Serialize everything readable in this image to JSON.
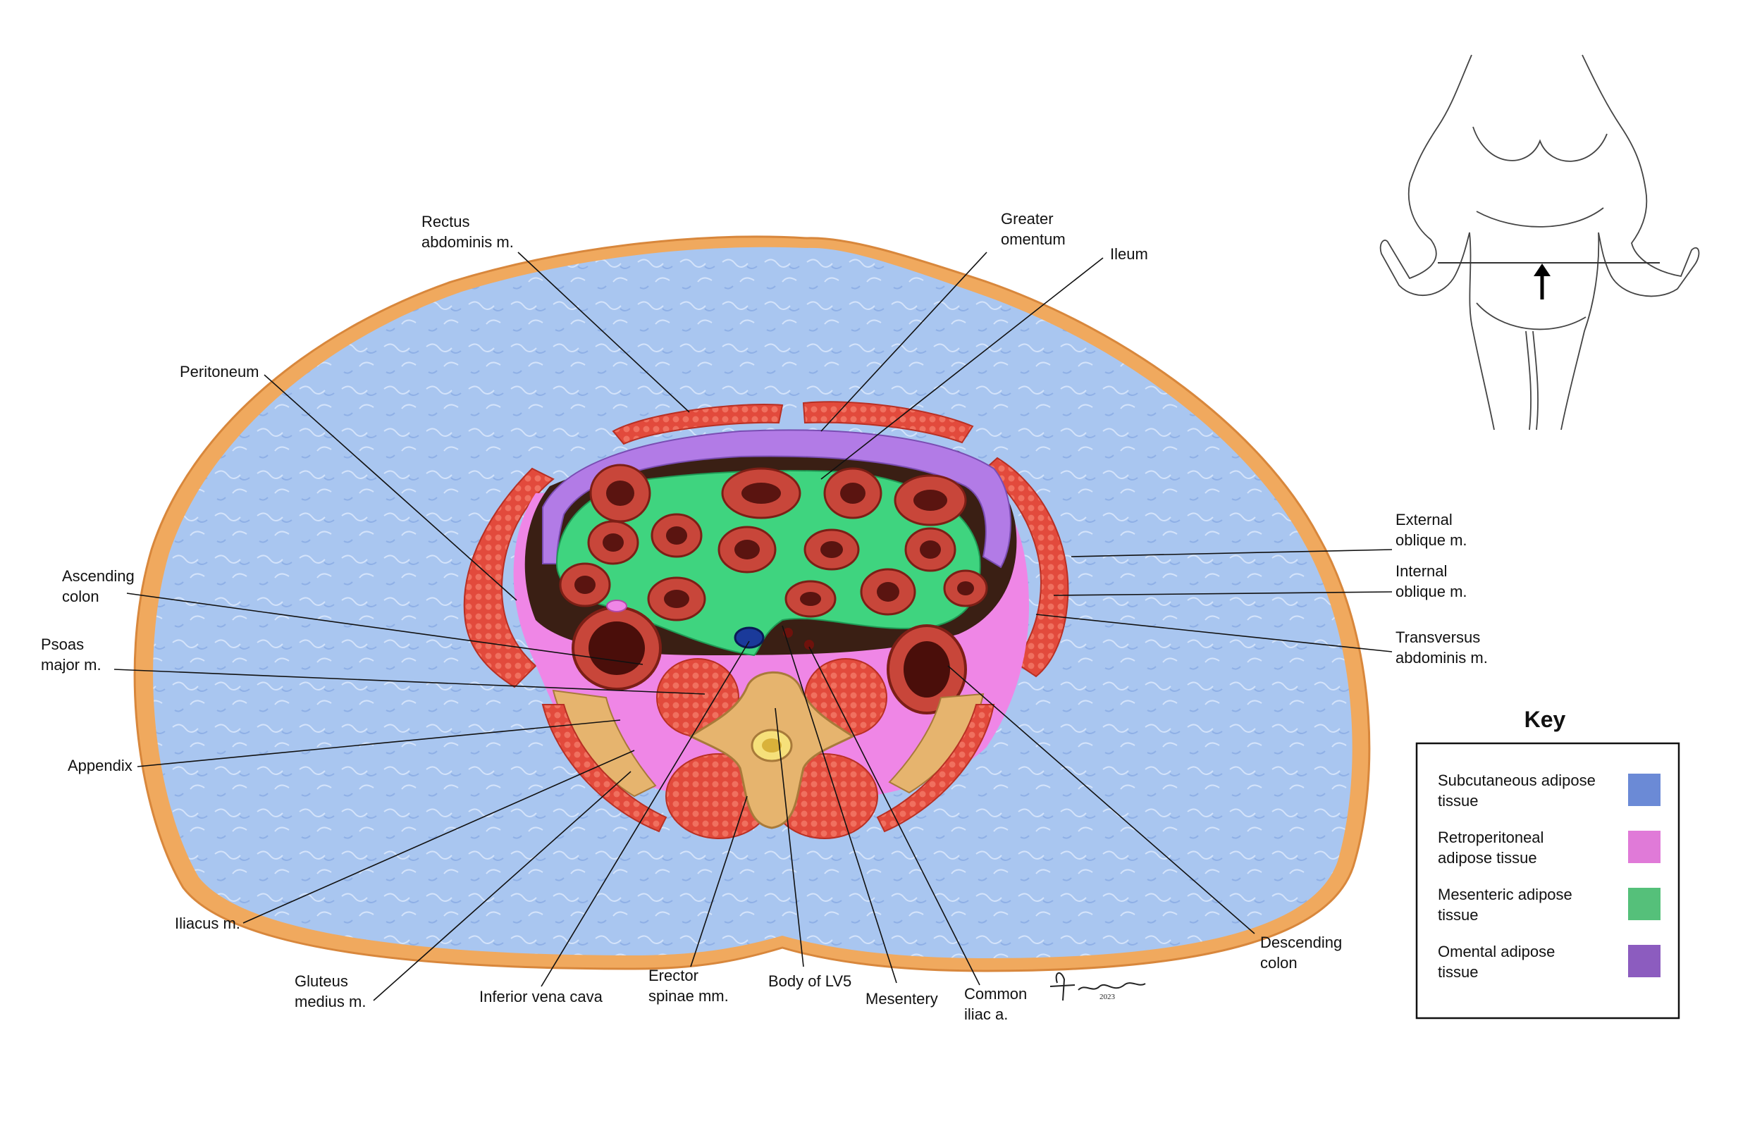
{
  "colors": {
    "subcutaneous": "#a9c6f0",
    "subcutaneous_key": "#6b8ad6",
    "retroperitoneal": "#ef86e6",
    "retroperitoneal_key": "#e07ad8",
    "mesenteric": "#3fd47f",
    "mesenteric_key": "#55c07a",
    "omental": "#b27be6",
    "omental_key": "#8c5cbf",
    "muscle": "#e24a3c",
    "skin": "#f0a95e",
    "bone": "#e6b46e",
    "cavity": "#3a1f14"
  },
  "labels": {
    "rectus": [
      "Rectus",
      "abdominis m."
    ],
    "greater_omentum": [
      "Greater",
      "omentum"
    ],
    "ileum": [
      "Ileum"
    ],
    "peritoneum": [
      "Peritoneum"
    ],
    "ext_oblique": [
      "External",
      "oblique m."
    ],
    "int_oblique": [
      "Internal",
      "oblique m."
    ],
    "transversus": [
      "Transversus",
      "abdominis m."
    ],
    "ascending_colon": [
      "Ascending",
      "colon"
    ],
    "psoas": [
      "Psoas",
      "major m."
    ],
    "appendix": [
      "Appendix"
    ],
    "iliacus": [
      "Iliacus m."
    ],
    "gluteus": [
      "Gluteus",
      "medius m."
    ],
    "ivc": [
      "Inferior vena cava"
    ],
    "erector": [
      "Erector",
      "spinae mm."
    ],
    "body_lv5": [
      "Body of LV5"
    ],
    "mesentery": [
      "Mesentery"
    ],
    "common_iliac": [
      "Common",
      "iliac a."
    ],
    "descending_colon": [
      "Descending",
      "colon"
    ]
  },
  "key": {
    "title": "Key",
    "items": [
      {
        "lines": [
          "Subcutaneous adipose",
          "tissue"
        ],
        "color": "#6b8ad6"
      },
      {
        "lines": [
          "Retroperitoneal",
          "adipose tissue"
        ],
        "color": "#e07ad8"
      },
      {
        "lines": [
          "Mesenteric adipose",
          "tissue"
        ],
        "color": "#55c07a"
      },
      {
        "lines": [
          "Omental adipose",
          "tissue"
        ],
        "color": "#8c5cbf"
      }
    ]
  },
  "signature": {
    "name": "Hillary D Wilson",
    "year": "2023"
  },
  "icons": [
    "body-outline-icon",
    "section-arrow-icon"
  ]
}
